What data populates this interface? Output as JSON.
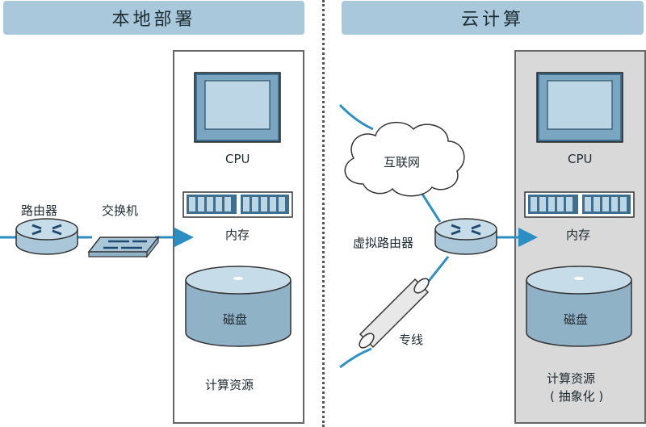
{
  "headers": {
    "left": "本地部署",
    "right": "云计算"
  },
  "left": {
    "router": "路由器",
    "switch": "交换机",
    "cpu": "CPU",
    "memory": "内存",
    "disk": "磁盘",
    "resources": "计算资源"
  },
  "right": {
    "internet": "互联网",
    "virtual_router": "虚拟路由器",
    "leased_line": "专线",
    "cpu": "CPU",
    "memory": "内存",
    "disk": "磁盘",
    "resources": "计算资源",
    "resources_note": "( 抽象化 )"
  },
  "colors": {
    "header_bg": "#a9c8db",
    "link_line": "#2b8fc4",
    "device_fill": "#c6dde9",
    "right_panel_bg": "#d9d9d9"
  }
}
